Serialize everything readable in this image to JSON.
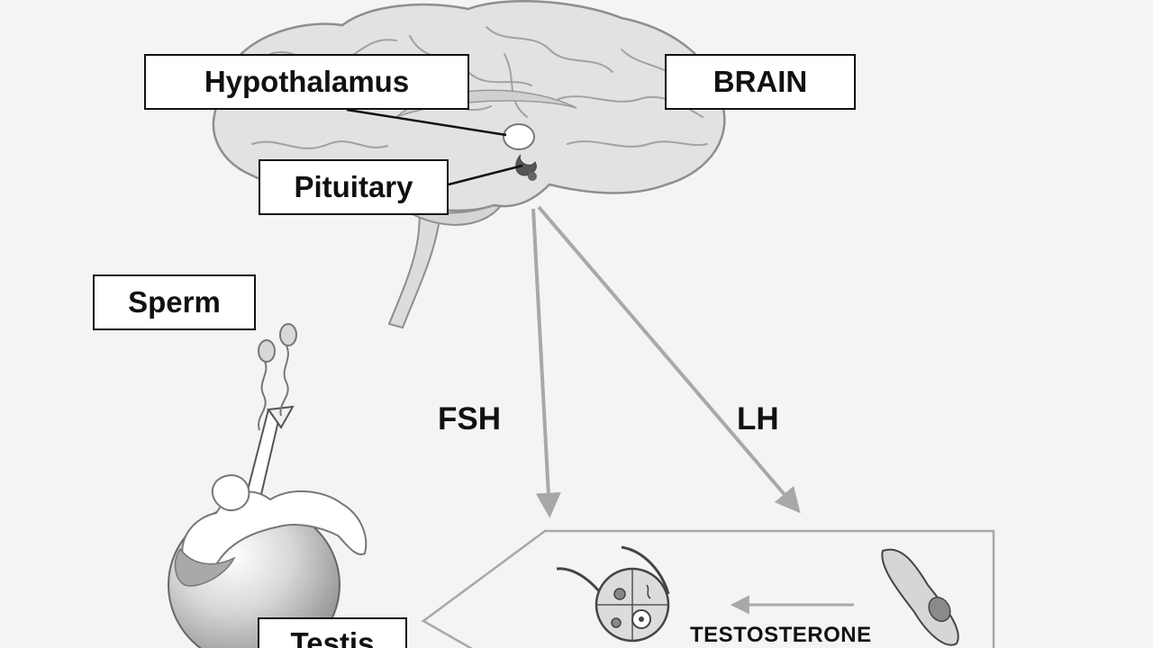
{
  "labels": {
    "hypothalamus": "Hypothalamus",
    "brain": "BRAIN",
    "pituitary": "Pituitary",
    "sperm": "Sperm",
    "fsh": "FSH",
    "lh": "LH",
    "testis": "Testis",
    "testosterone": "TESTOSTERONE"
  },
  "icons": [
    "brain-icon",
    "testis-icon",
    "sperm-icon",
    "sertoli-cell-icon",
    "leydig-cell-icon"
  ],
  "colors": {
    "background": "#f4f4f4",
    "organ_fill": "#e2e2e2",
    "organ_stroke": "#8e8e8e",
    "arrow": "#a8a8a8",
    "box_border": "#111111"
  }
}
